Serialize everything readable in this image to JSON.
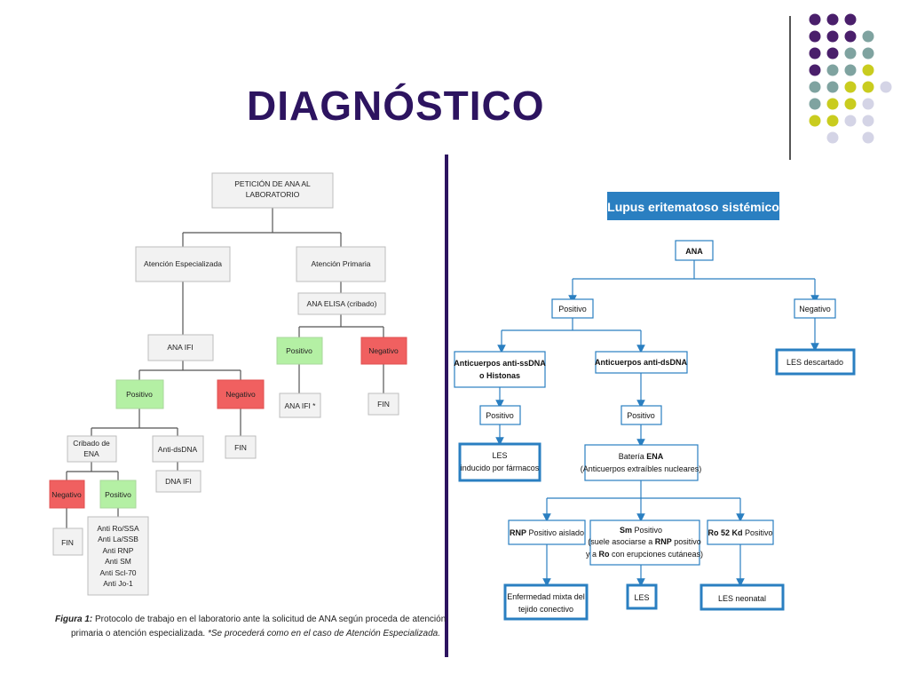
{
  "slide": {
    "title": "DIAGNÓSTICO"
  },
  "left": {
    "peticion": [
      "PETICIÓN DE ANA AL",
      "LABORATORIO"
    ],
    "at_especializada": "Atención Especializada",
    "at_primaria": "Atención Primaria",
    "ana_elisa": "ANA ELISA (cribado)",
    "positivo_p": "Positivo",
    "negativo_p": "Negativo",
    "ana_ifi_star": "ANA IFI *",
    "fin_p": "FIN",
    "ana_ifi": "ANA IFI",
    "positivo_e": "Positivo",
    "negativo_e": "Negativo",
    "fin_e": "FIN",
    "cribado": [
      "Cribado de",
      "ENA"
    ],
    "anti_dsdna": "Anti-dsDNA",
    "dna_ifi": "DNA IFI",
    "negativo_c": "Negativo",
    "positivo_c": "Positivo",
    "fin_c": "FIN",
    "anticuerpos": [
      "Anti Ro/SSA",
      "Anti La/SSB",
      "Anti RNP",
      "Anti SM",
      "Anti Scl-70",
      "Anti Jo-1"
    ],
    "caption_fig": "Figura 1:",
    "caption_line1": " Protocolo de trabajo en el laboratorio ante la solicitud de ANA según proceda de atención",
    "caption_line2a": "primaria o atención especializada.",
    "caption_line2b": " *Se procederá como en el caso de Atención Especializada."
  },
  "right": {
    "header": "Lupus eritematoso sistémico",
    "ana": "ANA",
    "positivo": "Positivo",
    "negativo": "Negativo",
    "les_descartado": "LES descartado",
    "anti_ssdna": [
      "Anticuerpos anti-ssDNA",
      "o Histonas"
    ],
    "anti_dsdna": "Anticuerpos anti-dsDNA",
    "positivo_a": "Positivo",
    "positivo_b": "Positivo",
    "les_farmacos": [
      "LES",
      "inducido por fármacos"
    ],
    "bateria_pre": "Batería ",
    "bateria_bold": "ENA",
    "bateria_sub": "(Anticuerpos extraíbles nucleares)",
    "rnp_bold": "RNP",
    "rnp_rest": " Positivo aislado",
    "sm_bold": "Sm",
    "sm_rest": "  Positivo",
    "sm_l2a": "(suele asociarse a ",
    "sm_l2b": "RNP",
    "sm_l2c": " positivo",
    "sm_l3a": "y a ",
    "sm_l3b": "Ro",
    "sm_l3c": " con erupciones cutáneas)",
    "ro_bold": "Ro 52 Kd",
    "ro_rest": " Positivo",
    "enf_mixta": [
      "Enfermedad mixta del",
      "tejido conectivo"
    ],
    "les": "LES",
    "les_neonatal": "LES neonatal"
  },
  "colors": {
    "title": "#2d1460",
    "purple": "#4a1f6b",
    "teal": "#7fa3a0",
    "yellow": "#c9cc1f",
    "lavender": "#d4d4e6",
    "header_blue": "#2a7fc1"
  }
}
